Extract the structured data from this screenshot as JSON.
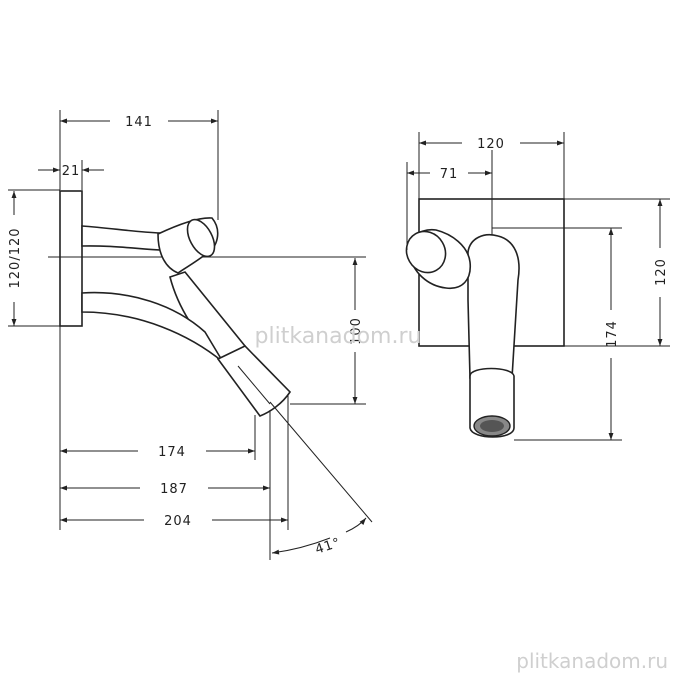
{
  "dimensions": {
    "side_141": "141",
    "side_21": "21",
    "side_120_120": "120/120",
    "side_100": "100",
    "side_174": "174",
    "side_187": "187",
    "side_204": "204",
    "side_angle": "41°",
    "front_120_width": "120",
    "front_71": "71",
    "front_120_height": "120",
    "front_174": "174"
  },
  "watermark": {
    "center": "plitkanadom.ru",
    "corner": "plitkanadom.ru"
  },
  "colors": {
    "line": "#222222",
    "watermark": "#cfcfcf"
  }
}
